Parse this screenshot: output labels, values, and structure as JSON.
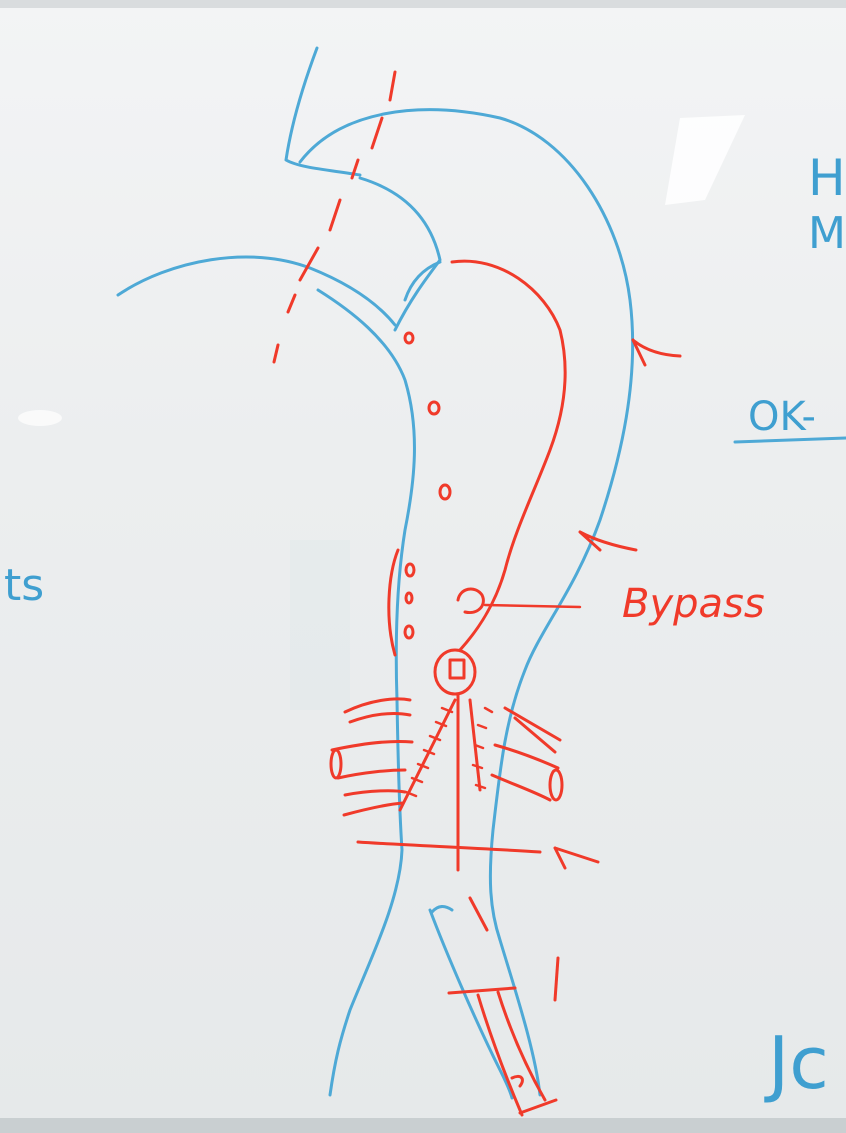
{
  "labels": {
    "bypass": "Bypass",
    "ok": "OK-",
    "top_right_1": "H",
    "top_right_2": "M",
    "left_edge": "ts",
    "bottom_right": "Jc"
  },
  "colors": {
    "marker_blue": "#4ea9d6",
    "marker_red": "#f03a2a",
    "board": "#eceeef"
  }
}
